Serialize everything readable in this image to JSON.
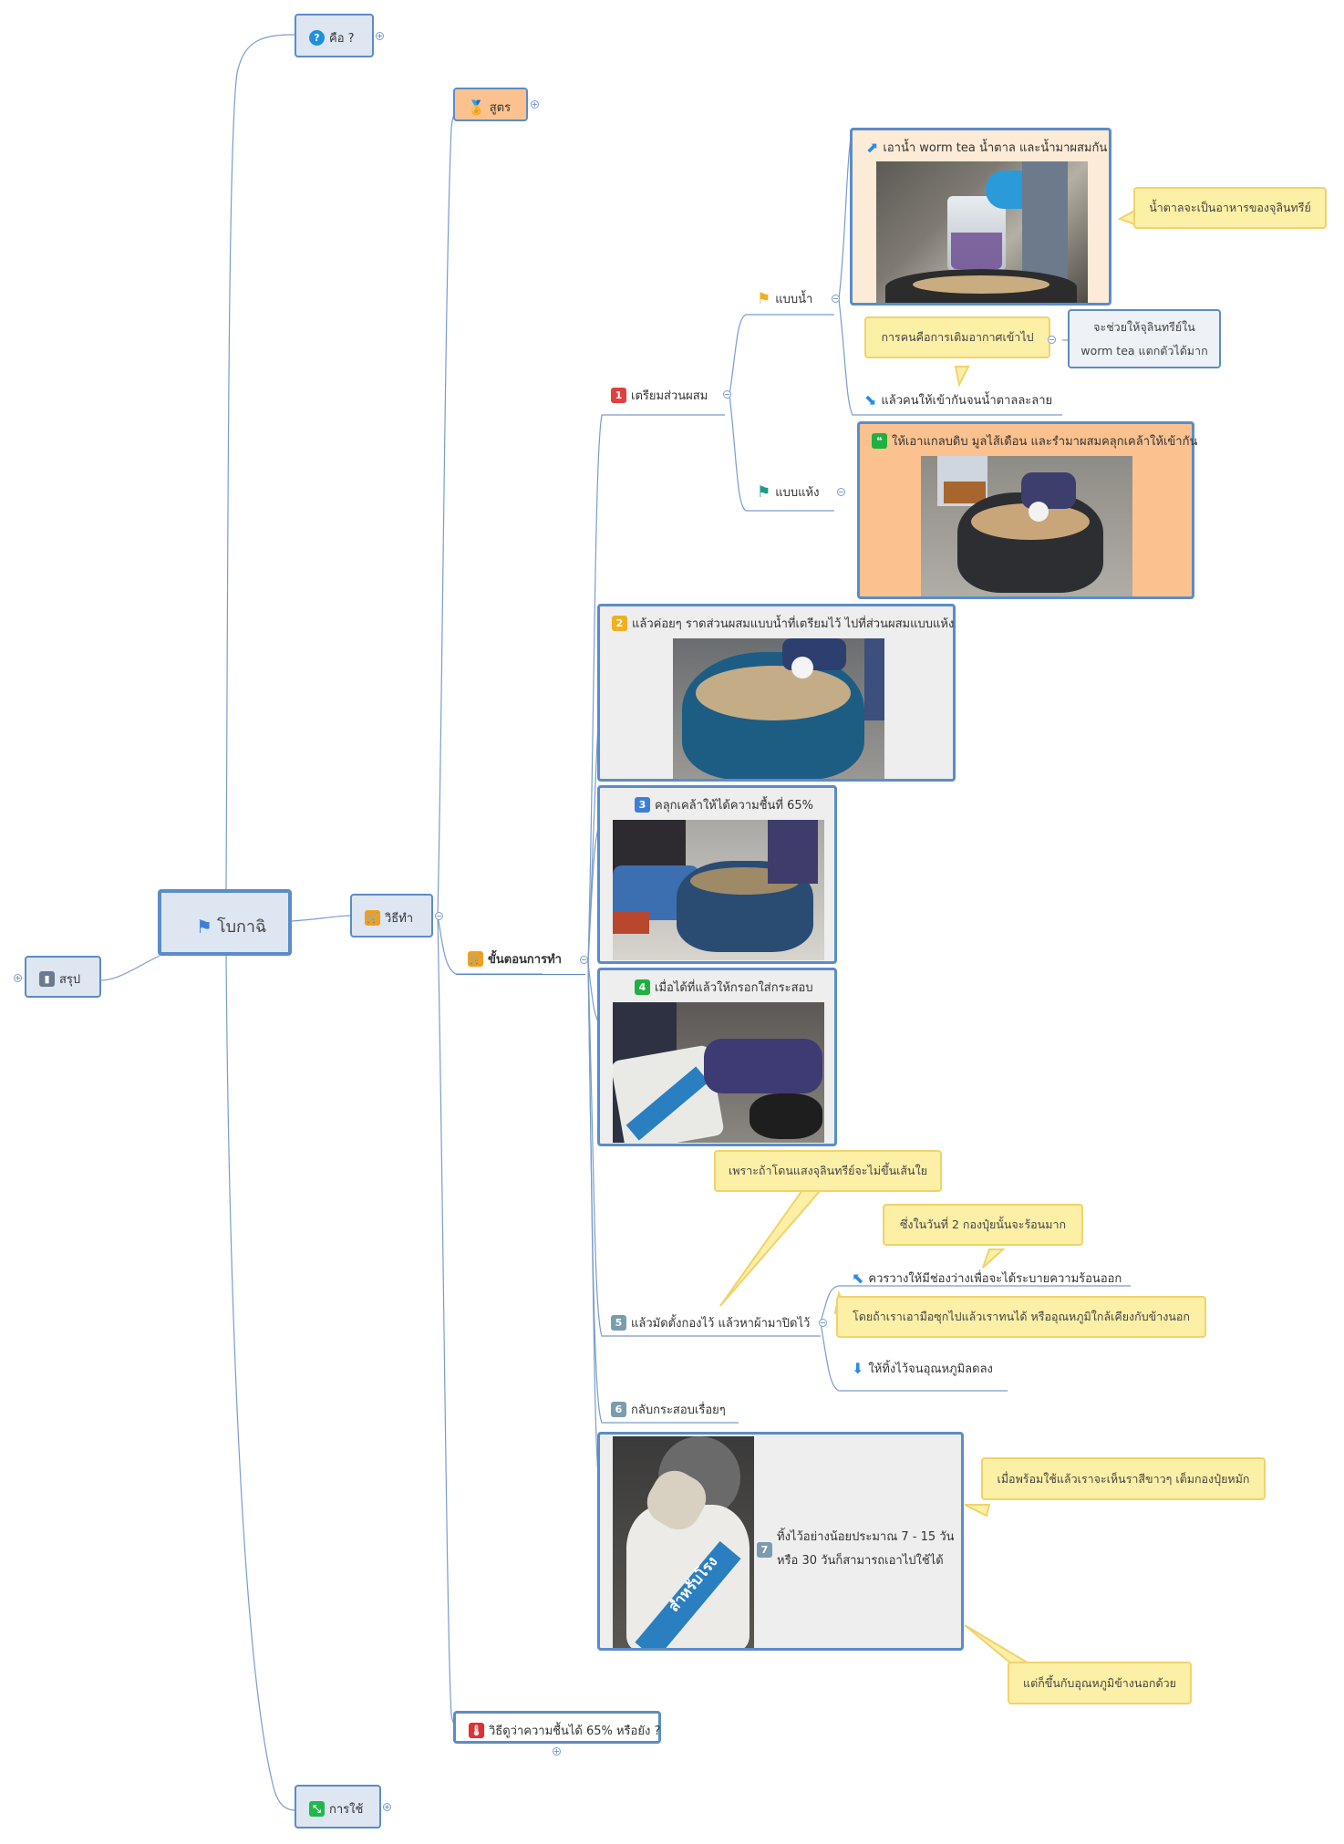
{
  "colors": {
    "accent": "#5b8cc8",
    "node_fill": "#dde6f1",
    "callout_fill": "#fcefa6",
    "peach": "#fbc28f",
    "cream": "#fcebd6"
  },
  "root": {
    "label": "โบกาฉิ",
    "icon": "blue-flag-icon"
  },
  "nodes": {
    "summary": {
      "label": "สรุป",
      "icon": "chart-icon"
    },
    "what": {
      "label": "คือ ?",
      "icon": "question-icon"
    },
    "howto": {
      "label": "วิธีทำ",
      "icon": "cart-icon"
    },
    "usage": {
      "label": "การใช้",
      "icon": "expand-icon"
    },
    "formula": {
      "label": "สูตร",
      "icon": "medal-icon"
    },
    "steps": {
      "label": "ขั้นตอนการทำ",
      "icon": "cart-icon"
    },
    "moisture_check": {
      "label": "วิธีดูว่าความชื้นได้ 65% หรือยัง ?",
      "icon": "thermometer-icon"
    }
  },
  "step1": {
    "num": "1",
    "label": "เตรียมส่วนผสม",
    "wet": {
      "label": "แบบน้ำ",
      "icon": "yellow-flag-icon",
      "pour": "เอาน้ำ worm tea น้ำตาล และน้ำมาผสมกัน",
      "pour_note": "น้ำตาลจะเป็นอาหารของจุลินทรีย์",
      "stir": "แล้วคนให้เข้ากันจนน้ำตาลละลาย",
      "stir_note": "การคนคือการเติมอากาศเข้าไป",
      "stir_note2": [
        "จะช่วยให้จุลินทรีย์ใน",
        "worm tea แตกตัวได้มาก"
      ]
    },
    "dry": {
      "label": "แบบแห้ง",
      "icon": "teal-flag-icon",
      "text": "ให้เอาแกลบดิบ มูลไส้เดือน และรำมาผสมคลุกเคล้าให้เข้ากัน"
    }
  },
  "step2": {
    "num": "2",
    "label": "แล้วค่อยๆ ราดส่วนผสมแบบน้ำที่เตรียมไว้ ไปที่ส่วนผสมแบบแห้ง"
  },
  "step3": {
    "num": "3",
    "label": "คลุกเคล้าให้ได้ความชื้นที่ 65%"
  },
  "step4": {
    "num": "4",
    "label": "เมื่อได้ที่แล้วให้กรอกใส่กระสอบ"
  },
  "step5": {
    "num": "5",
    "label": "แล้วมัดตั้งกองไว้ แล้วหาผ้ามาปิดไว้",
    "note": "เพราะถ้าโดนแสงจุลินทรีย์จะไม่ขึ้นเส้นใย",
    "space": "ควรวางให้มีช่องว่างเพื่อจะได้ระบายความร้อนออก",
    "space_note": "ซึ่งในวันที่ 2 กองปุ๋ยนั้นจะร้อนมาก",
    "leave": "ให้ทิ้งไว้จนอุณหภูมิลดลง",
    "leave_note": "โดยถ้าเราเอามือซุกไปแล้วเราทนได้ หรืออุณหภูมิใกล้เคียงกับข้างนอก"
  },
  "step6": {
    "num": "6",
    "label": "กลับกระสอบเรื่อยๆ"
  },
  "step7": {
    "num": "7",
    "line1": "ทิ้งไว้อย่างน้อยประมาณ 7 - 15 วัน",
    "line2": "หรือ 30 วันก็สามารถเอาไปใช้ได้",
    "note1": "เมื่อพร้อมใช้แล้วเราจะเห็นราสีขาวๆ เต็มกองปุ๋ยหมัก",
    "note2": "แต่ก็ขึ้นกับอุณหภูมิข้างนอกด้วย",
    "bag_text": "สำหรับโรง"
  },
  "photos": {
    "p1": "bucket-pouring-photo",
    "p2": "dry-mix-tub-photo",
    "p3": "pouring-mix-photo",
    "p4": "mixing-hands-photo",
    "p5": "bagging-photo",
    "p6": "bag-tied-photo"
  }
}
